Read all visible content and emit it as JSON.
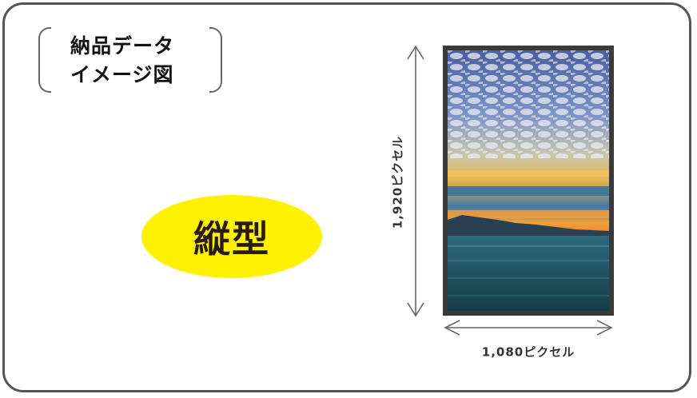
{
  "title": {
    "line1": "納品データ",
    "line2": "イメージ図"
  },
  "badge": {
    "label": "縦型",
    "color": "#fff200"
  },
  "dimensions": {
    "height_label": "1,920ピクセル",
    "width_label": "1,080ピクセル"
  },
  "photo": {
    "subject": "sunset sky over sea"
  },
  "colors": {
    "frame_border": "#555555",
    "arrow": "#666666"
  }
}
